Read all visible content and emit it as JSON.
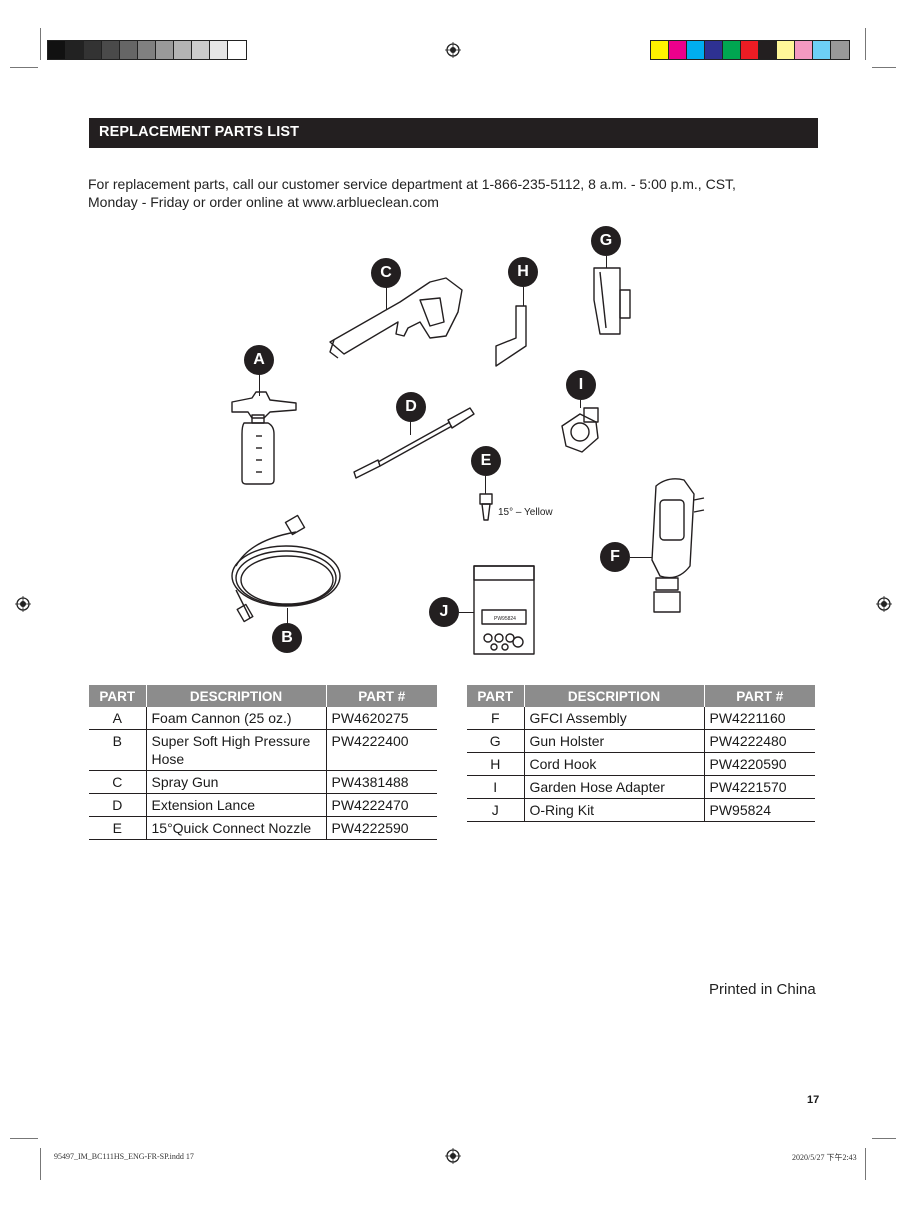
{
  "header": {
    "title": "REPLACEMENT PARTS LIST"
  },
  "intro": {
    "line1": "For replacement parts, call our customer service department at 1-866-235-5112, 8 a.m. - 5:00 p.m., CST,",
    "line2": "Monday - Friday or order online at www.arblueclean.com"
  },
  "diagram": {
    "callouts": [
      "A",
      "B",
      "C",
      "D",
      "E",
      "F",
      "G",
      "H",
      "I",
      "J"
    ],
    "nozzle_note": "15° – Yellow",
    "kit_label": "PW95824"
  },
  "tables": {
    "headers": {
      "part": "PART",
      "description": "DESCRIPTION",
      "part_number": "PART #"
    },
    "left": [
      {
        "part": "A",
        "description": "Foam Cannon (25 oz.)",
        "part_number": "PW4620275"
      },
      {
        "part": "B",
        "description": "Super Soft High Pressure Hose",
        "part_number": "PW4222400"
      },
      {
        "part": "C",
        "description": "Spray Gun",
        "part_number": "PW4381488"
      },
      {
        "part": "D",
        "description": "Extension Lance",
        "part_number": "PW4222470"
      },
      {
        "part": "E",
        "description": "15°Quick Connect Nozzle",
        "part_number": "PW4222590"
      }
    ],
    "right": [
      {
        "part": "F",
        "description": "GFCI Assembly",
        "part_number": "PW4221160"
      },
      {
        "part": "G",
        "description": "Gun Holster",
        "part_number": "PW4222480"
      },
      {
        "part": "H",
        "description": "Cord Hook",
        "part_number": "PW4220590"
      },
      {
        "part": "I",
        "description": "Garden Hose Adapter",
        "part_number": "PW4221570"
      },
      {
        "part": "J",
        "description": "O-Ring Kit",
        "part_number": "PW95824"
      }
    ]
  },
  "footer": {
    "printed": "Printed in China",
    "page_number": "17",
    "slug_left": "95497_IM_BC111HS_ENG-FR-SP.indd   17",
    "slug_right": "2020/5/27   下午2:43"
  },
  "print_marks": {
    "gray_swatches": [
      "#111111",
      "#222222",
      "#333333",
      "#4a4a4a",
      "#666666",
      "#808080",
      "#9a9a9a",
      "#b3b3b3",
      "#cccccc",
      "#e6e6e6",
      "#ffffff"
    ],
    "color_swatches": [
      "#fff200",
      "#ec008c",
      "#00aeef",
      "#2e3192",
      "#00a651",
      "#ed1c24",
      "#231f20",
      "#fff799",
      "#f49ac1",
      "#6dcff6",
      "#999999"
    ]
  }
}
